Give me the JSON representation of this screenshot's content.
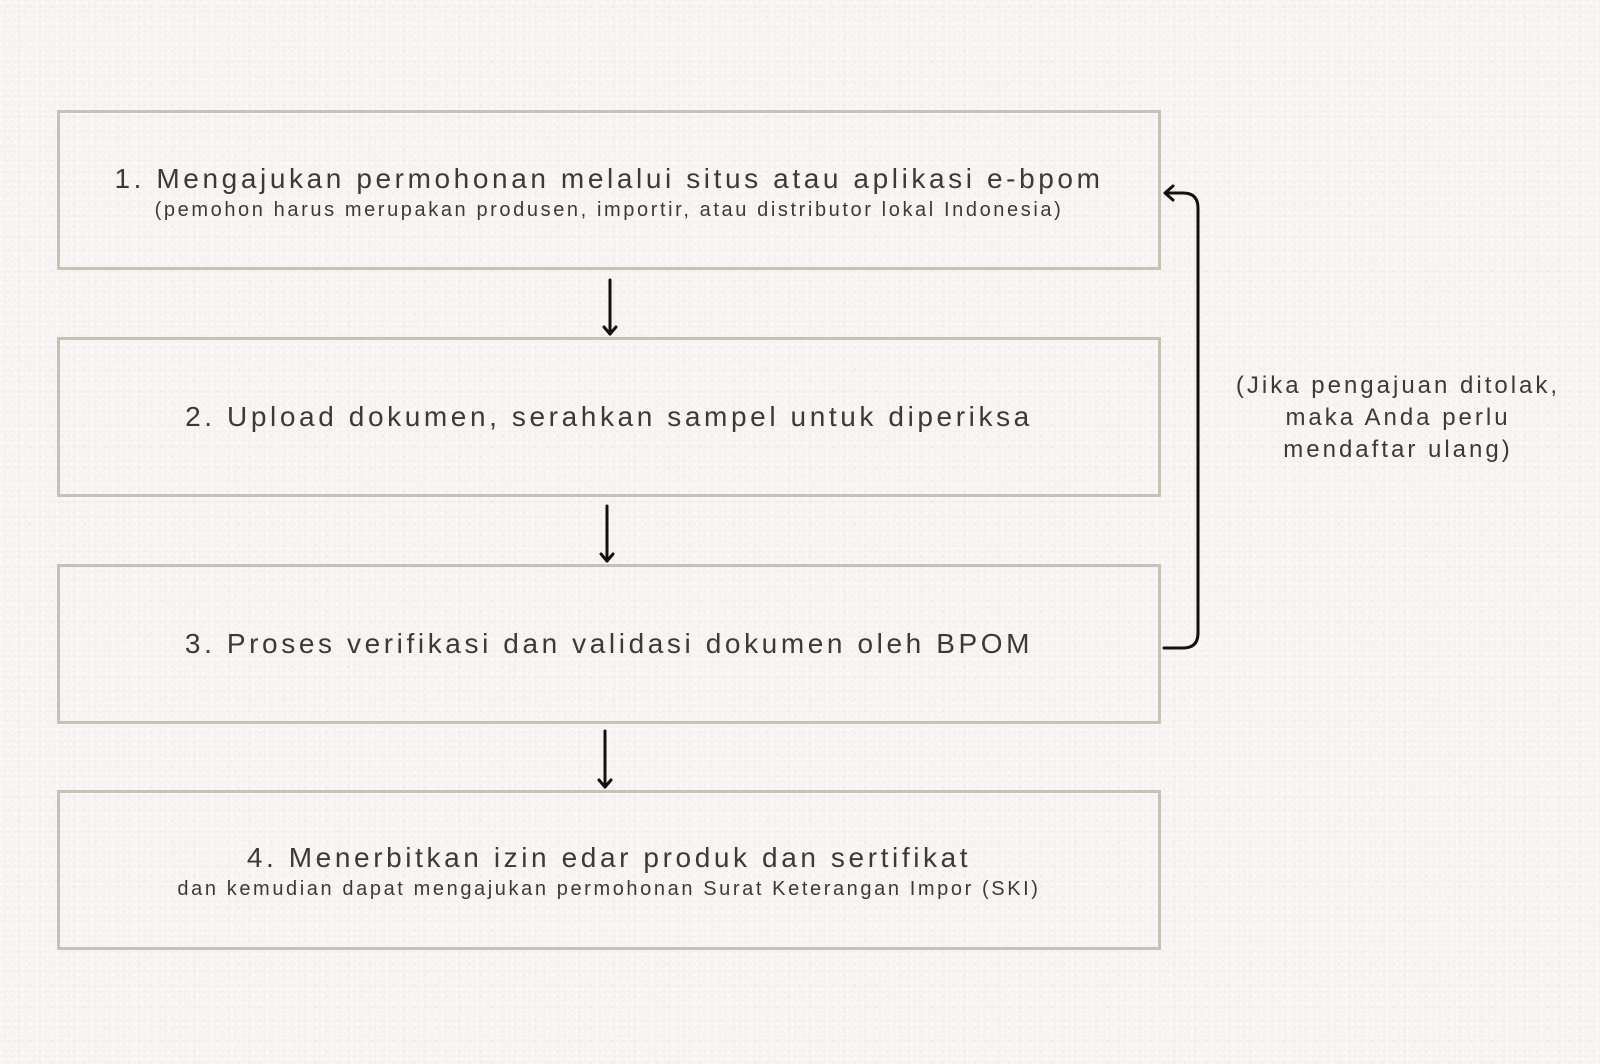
{
  "steps": [
    {
      "title": "1. Mengajukan permohonan melalui situs atau aplikasi e-bpom",
      "subtitle": "(pemohon harus merupakan produsen, importir, atau distributor lokal Indonesia)"
    },
    {
      "title": "2. Upload dokumen, serahkan sampel untuk diperiksa",
      "subtitle": ""
    },
    {
      "title": "3. Proses verifikasi dan validasi dokumen oleh BPOM",
      "subtitle": ""
    },
    {
      "title": "4. Menerbitkan izin edar produk dan sertifikat",
      "subtitle": "dan kemudian dapat mengajukan permohonan Surat Keterangan Impor (SKI)"
    }
  ],
  "note": {
    "line1": "(Jika pengajuan ditolak,",
    "line2": "maka Anda perlu",
    "line3": "mendaftar ulang)"
  },
  "colors": {
    "background": "#f4f3f1",
    "box_border": "#c8c1b6",
    "text": "#3c3a38",
    "arrow": "#111111"
  }
}
